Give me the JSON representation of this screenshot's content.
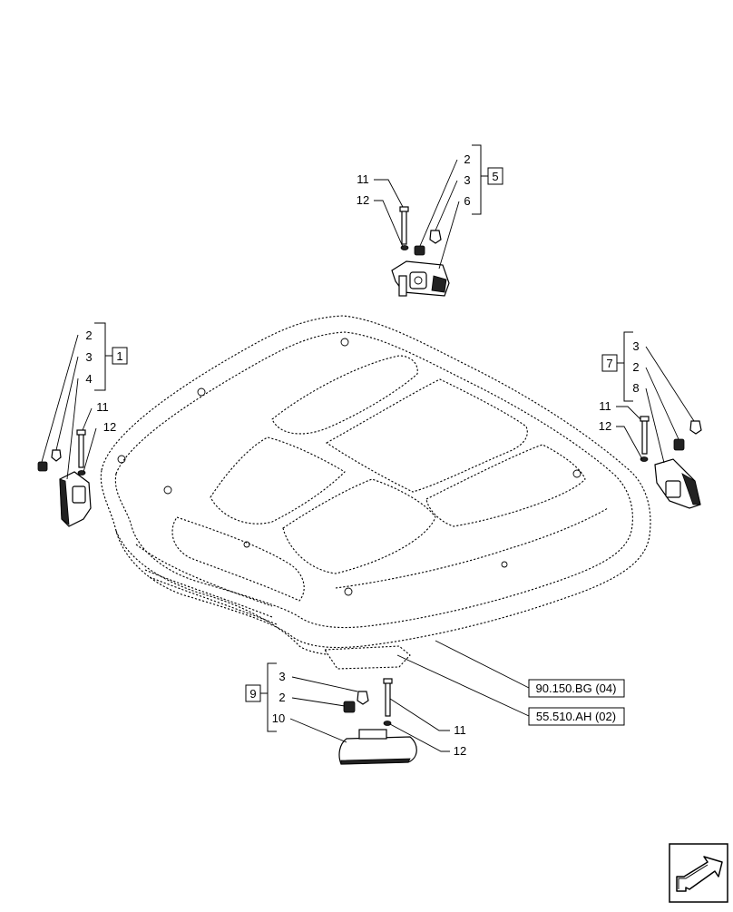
{
  "groups": [
    {
      "id": "1",
      "items": [
        "2",
        "3",
        "4"
      ]
    },
    {
      "id": "5",
      "items": [
        "2",
        "3",
        "6"
      ]
    },
    {
      "id": "7",
      "items": [
        "3",
        "2",
        "8"
      ]
    },
    {
      "id": "9",
      "items": [
        "3",
        "2",
        "10"
      ]
    }
  ],
  "fasteners": {
    "left": {
      "screw": "11",
      "washer": "12"
    },
    "top": {
      "screw": "11",
      "washer": "12"
    },
    "right": {
      "screw": "11",
      "washer": "12"
    },
    "bottom": {
      "screw": "11",
      "washer": "12"
    }
  },
  "references": {
    "ref_a": "90.150.BG (04)",
    "ref_b": "55.510.AH (02)"
  },
  "nav": {
    "icon": "next-page-arrow-icon"
  }
}
